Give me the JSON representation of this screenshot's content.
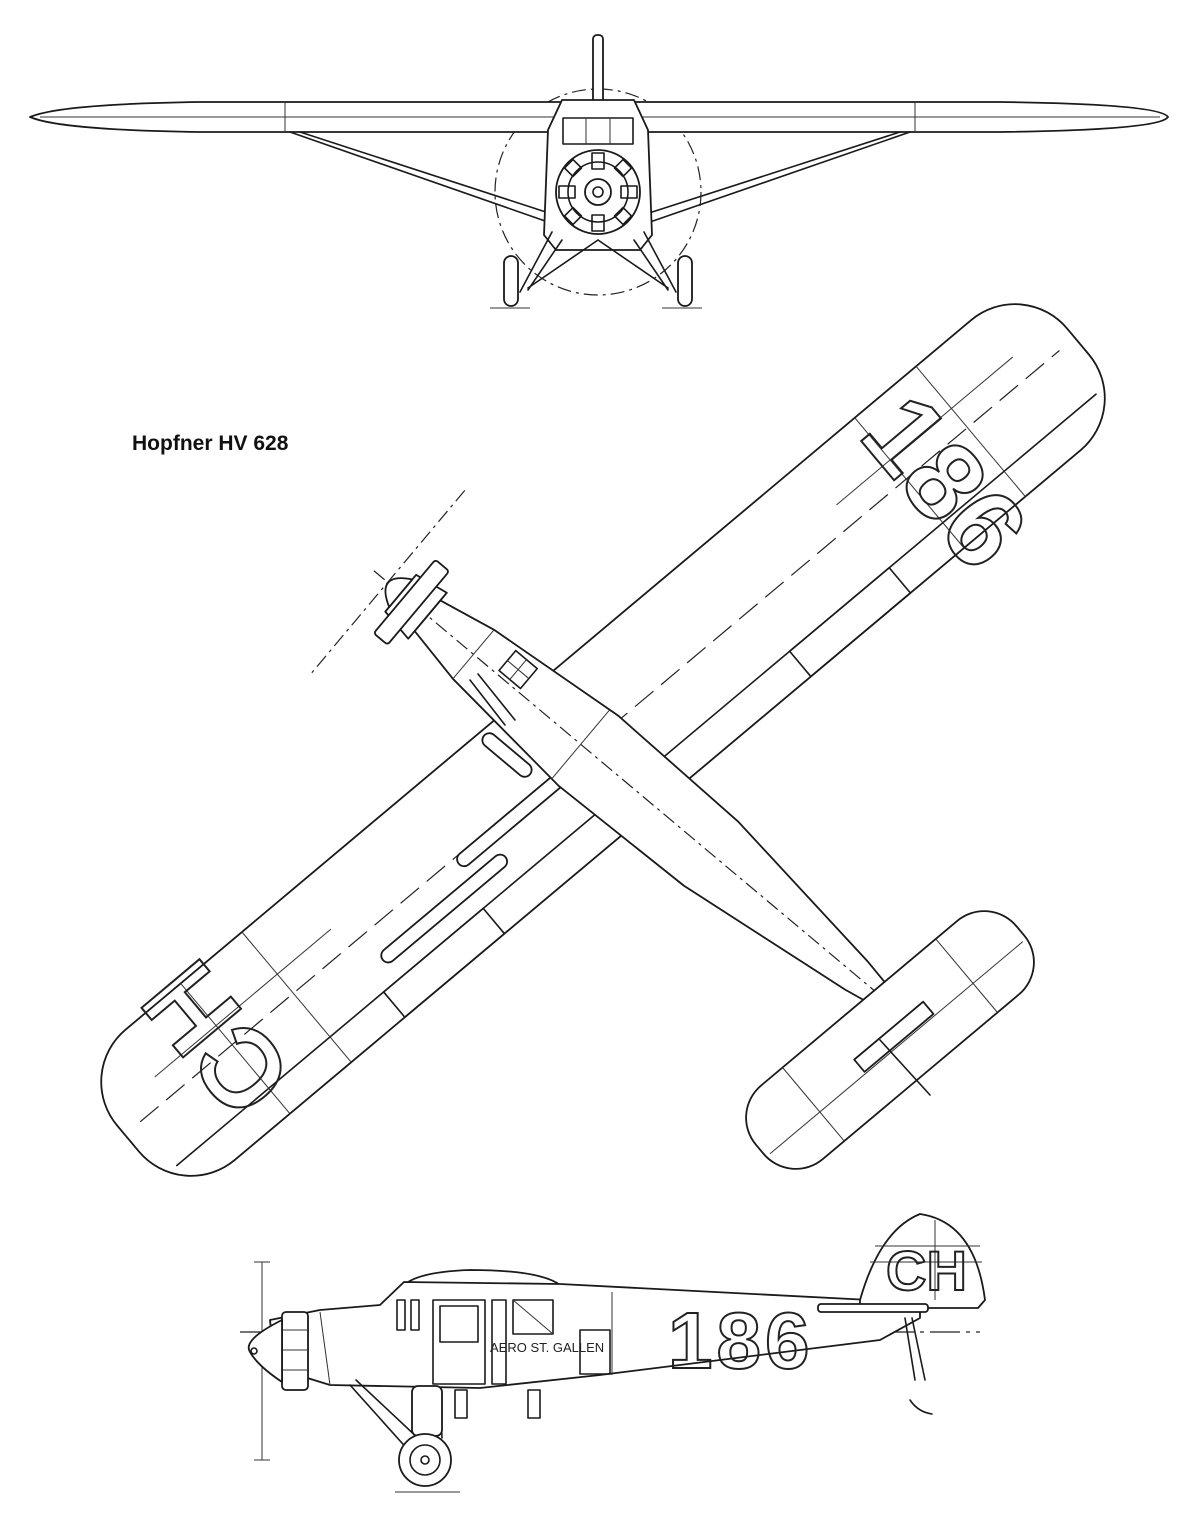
{
  "title": "Hopfner HV 628",
  "markings": {
    "nationality": "CH",
    "registration": "186",
    "fuselage_text": "AERO ST. GALLEN"
  },
  "views": [
    "front",
    "top",
    "side"
  ],
  "colors": {
    "line": "#1a1a1a",
    "background": "#ffffff"
  }
}
